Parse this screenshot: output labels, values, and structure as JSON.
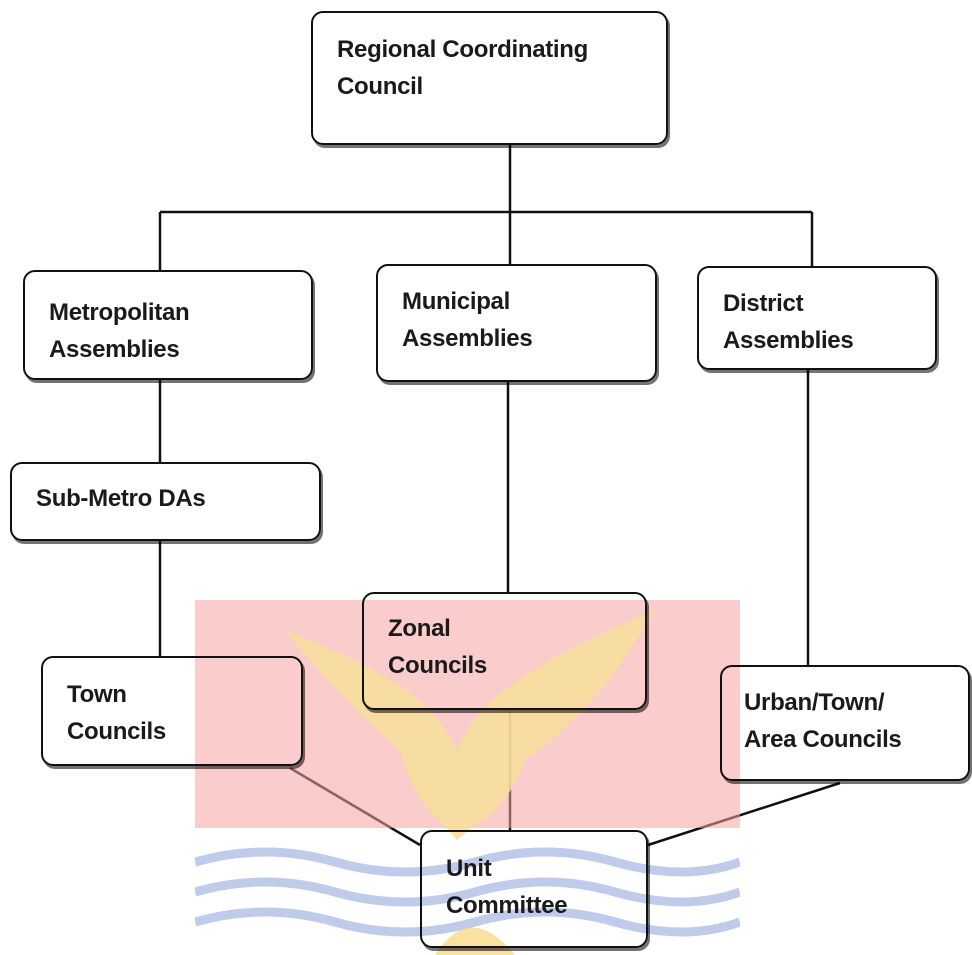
{
  "nodes": {
    "regional": "Regional Coordinating\nCouncil",
    "metropolitan": "Metropolitan\nAssemblies",
    "municipal": "Municipal\nAssemblies",
    "district": "District\nAssemblies",
    "submetro": "Sub-Metro DAs",
    "town": "Town\nCouncils",
    "zonal": "Zonal\nCouncils",
    "urban": "Urban/Town/\nArea Councils",
    "unit": "Unit\nCommittee"
  },
  "colors": {
    "watermark_red": "#ef2b2b",
    "watermark_gold": "#f3c21c",
    "watermark_blue": "#3e62b8"
  }
}
